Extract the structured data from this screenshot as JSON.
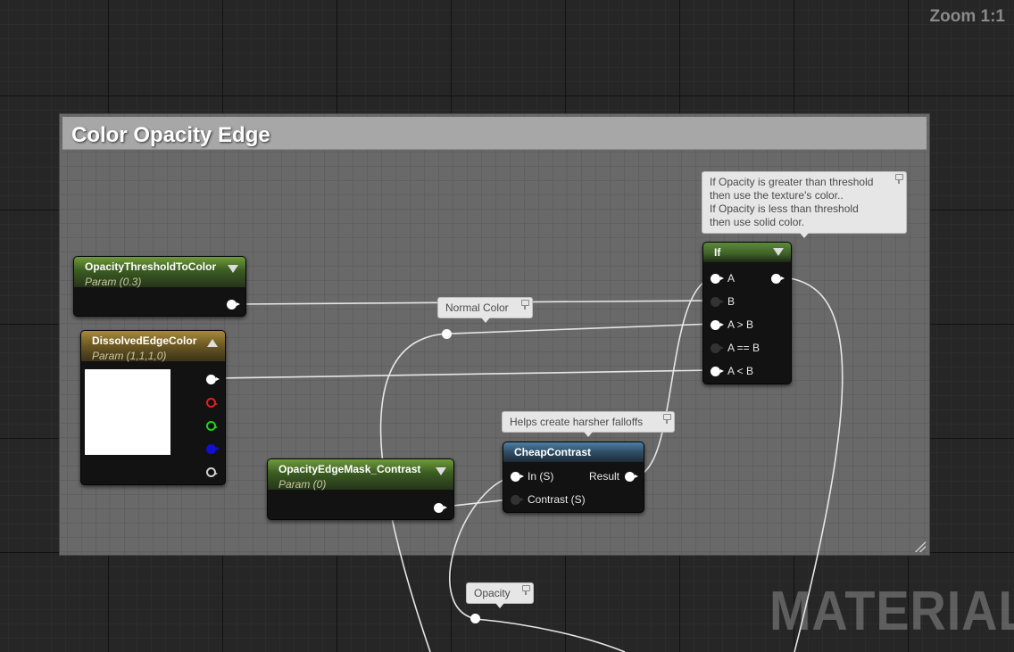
{
  "zoom_label": "Zoom 1:1",
  "watermark": "MATERIAL",
  "comment_box": {
    "title": "Color Opacity Edge"
  },
  "nodes": {
    "opacity_threshold": {
      "title": "OpacityThresholdToColor",
      "subtitle": "Param (0.3)"
    },
    "dissolved_edge_color": {
      "title": "DissolvedEdgeColor",
      "subtitle": "Param (1,1,1,0)",
      "color": "#ffffff"
    },
    "opacity_edge_mask": {
      "title": "OpacityEdgeMask_Contrast",
      "subtitle": "Param (0)"
    },
    "cheap_contrast": {
      "title": "CheapContrast",
      "inputs": [
        "In (S)",
        "Contrast (S)"
      ],
      "output": "Result"
    },
    "if_node": {
      "title": "If",
      "inputs": [
        "A",
        "B",
        "A > B",
        "A == B",
        "A < B"
      ]
    }
  },
  "bubbles": {
    "normal_color": "Normal Color",
    "harsher_falloffs": "Helps create harsher falloffs",
    "opacity": "Opacity",
    "if_comment": [
      "If Opacity is greater than threshold",
      "then use the texture's color..",
      "If Opacity is less than threshold",
      "then use solid color."
    ]
  },
  "colors": {
    "wire": "#e6e6e6",
    "param_header": "#4f7a2c",
    "vector_header": "#8a6f2c",
    "function_header": "#3d6684"
  }
}
